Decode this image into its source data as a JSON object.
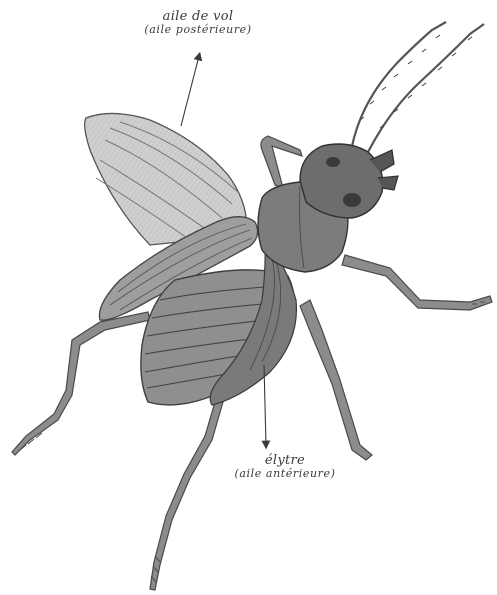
{
  "labels": {
    "hind_wing": {
      "title": "aile de vol",
      "subtitle": "(aile postérieure)"
    },
    "elytra": {
      "title": "élytre",
      "subtitle": "(aile antérieure)"
    }
  },
  "colors": {
    "line": "#3a3a3a",
    "shade_dark": "#6f6f6f",
    "shade_mid": "#9a9a9a",
    "wing": "#bdbdbd",
    "paper": "#ffffff"
  }
}
